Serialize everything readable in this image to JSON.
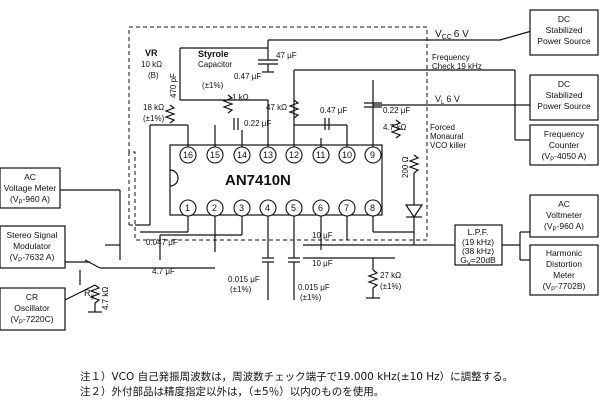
{
  "ic": {
    "name": "AN7410N",
    "pins_top": [
      "16",
      "15",
      "14",
      "13",
      "12",
      "11",
      "10",
      "9"
    ],
    "pins_bottom": [
      "1",
      "2",
      "3",
      "4",
      "5",
      "6",
      "7",
      "8"
    ]
  },
  "supply": {
    "vcc": "V",
    "vcc_sub": "CC",
    "vcc_val": "6 V",
    "vl": "V",
    "vl_sub": "L",
    "vl_val": "6 V"
  },
  "boxes": {
    "dc1": [
      "DC",
      "Stabilized",
      "Power Source"
    ],
    "dc2": [
      "DC",
      "Stabilized",
      "Power Source"
    ],
    "freq_counter": [
      "Frequency",
      "Counter",
      "(V",
      "P",
      "-4050 A)"
    ],
    "ac_voltmeter_r": [
      "AC",
      "Voltmeter",
      "(V",
      "P",
      "-960 A)"
    ],
    "harmonic": [
      "Harmonic",
      "Distortion",
      "Meter",
      "(V",
      "P",
      "-7702B)"
    ],
    "ac_voltage_meter": [
      "AC",
      "Voltage Meter",
      "(V",
      "P",
      "-960 A)"
    ],
    "stereo_mod": [
      "Stereo Signal",
      "Modulator",
      "(V",
      "P",
      "-7632 A)"
    ],
    "cr_osc": [
      "CR",
      "Oscillator",
      "(V",
      "P",
      "-7220C)"
    ],
    "lpf": [
      "L.P.F.",
      "(19 kHz)",
      "(38 kHz)",
      "G",
      "V",
      "=20dB"
    ]
  },
  "labels": {
    "vr": "VR",
    "vr_val": "10 kΩ",
    "vr_b": "(B)",
    "styrole": "Styrole",
    "capacitor": "Capacitor",
    "c_47u": "47 μF",
    "c_470p": "470 pF",
    "tol_1": "(±1%)",
    "c_047a": "0.47 μF",
    "r_1k": "1 kΩ",
    "r_18k": "18 kΩ",
    "r_18k_tol": "(±1%)",
    "c_022a": "0.22 μF",
    "r_47k": "47 kΩ",
    "c_047b": "0.47 μF",
    "c_022b": "0.22 μF",
    "r_47k2": "4.7 kΩ",
    "freq_check": "Frequency",
    "freq_check2": "Check 19 kHz",
    "forced": "Forced",
    "monaural": "Monaural",
    "vco_killer": "VCO killer",
    "r_200": "200 Ω",
    "c_047c": "0.047 μF",
    "c_47u_in": "4.7 μF",
    "c_015a": "0.015 μF",
    "c_015a_tol": "(±1%)",
    "c_015b": "0.015 μF",
    "c_015b_tol": "(±1%)",
    "c_10u_a": "10 μF",
    "c_10u_b": "10 μF",
    "r_27k": "27 kΩ",
    "r_27k_tol": "(±1%)",
    "rg": "R",
    "rg_sub": "g",
    "rg_val": "4.7 kΩ"
  },
  "notes": [
    "注１）VCO 自己発振周波数は，周波数チェック端子で19.000 kHz(±10 Hz）に調整する。",
    "注２）外付部品は精度指定以外は，（±5％）以内のものを使用。"
  ]
}
